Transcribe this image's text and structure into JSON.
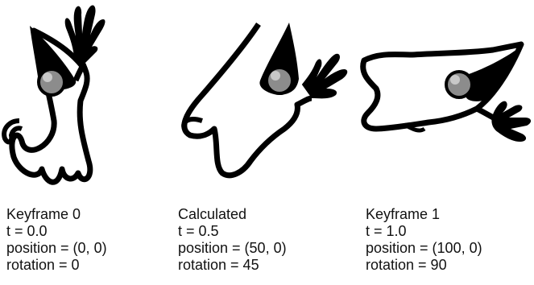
{
  "keyframes": [
    {
      "title": "Keyframe 0",
      "time": "t = 0.0",
      "position": "position = (0, 0)",
      "rotation": "rotation = 0"
    },
    {
      "title": "Calculated",
      "time": "t = 0.5",
      "position": "position = (50, 0)",
      "rotation": "rotation = 45"
    },
    {
      "title": "Keyframe 1",
      "time": "t = 1.0",
      "position": "position = (100, 0)",
      "rotation": "rotation = 90"
    }
  ],
  "colors": {
    "outline": "#000000",
    "fill": "#ffffff",
    "nose": "#8c8c8c",
    "text": "#111111"
  },
  "icons": [
    "duke-mascot-icon",
    "duke-mascot-icon",
    "duke-mascot-icon"
  ]
}
